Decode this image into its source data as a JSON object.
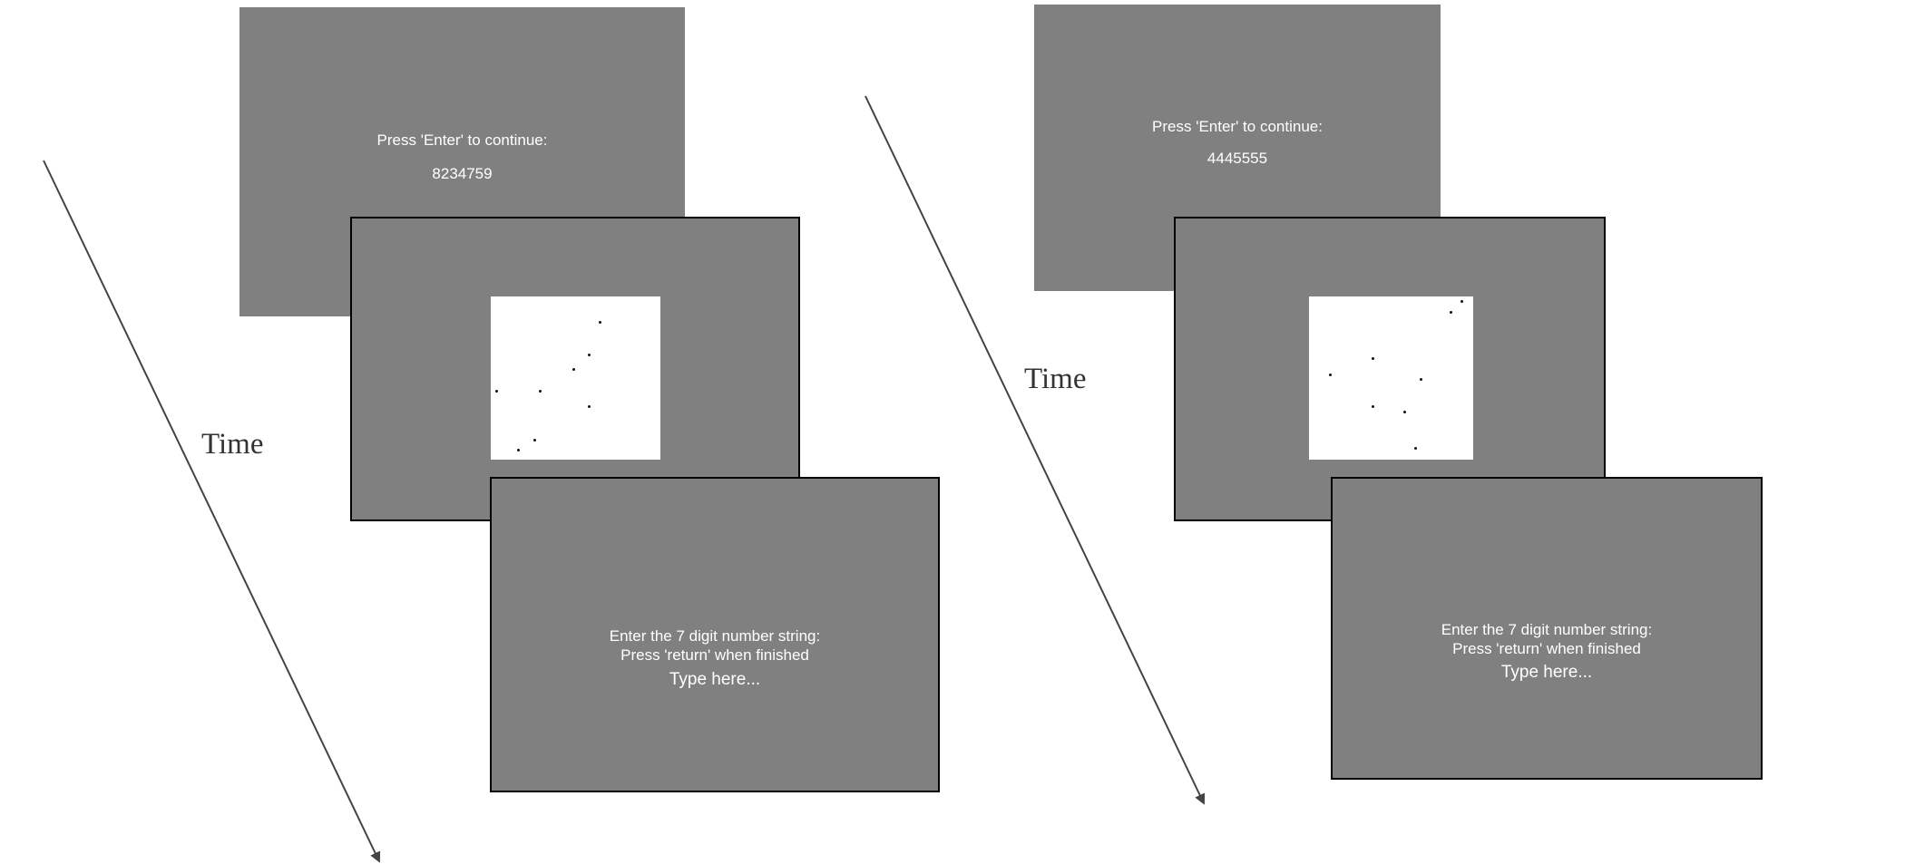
{
  "time_label": "Time",
  "left": {
    "instruction": "Press 'Enter' to continue:",
    "number": "8234759",
    "recall_line1": "Enter the 7 digit number string:",
    "recall_line2": "Press 'return' when finished",
    "recall_prompt": "Type here..."
  },
  "right": {
    "instruction": "Press 'Enter' to continue:",
    "number": "4445555",
    "recall_line1": "Enter the 7 digit number string:",
    "recall_line2": "Press 'return' when finished",
    "recall_prompt": "Type here..."
  },
  "colors": {
    "screen_gray": "#808080",
    "arrow": "#444444"
  }
}
